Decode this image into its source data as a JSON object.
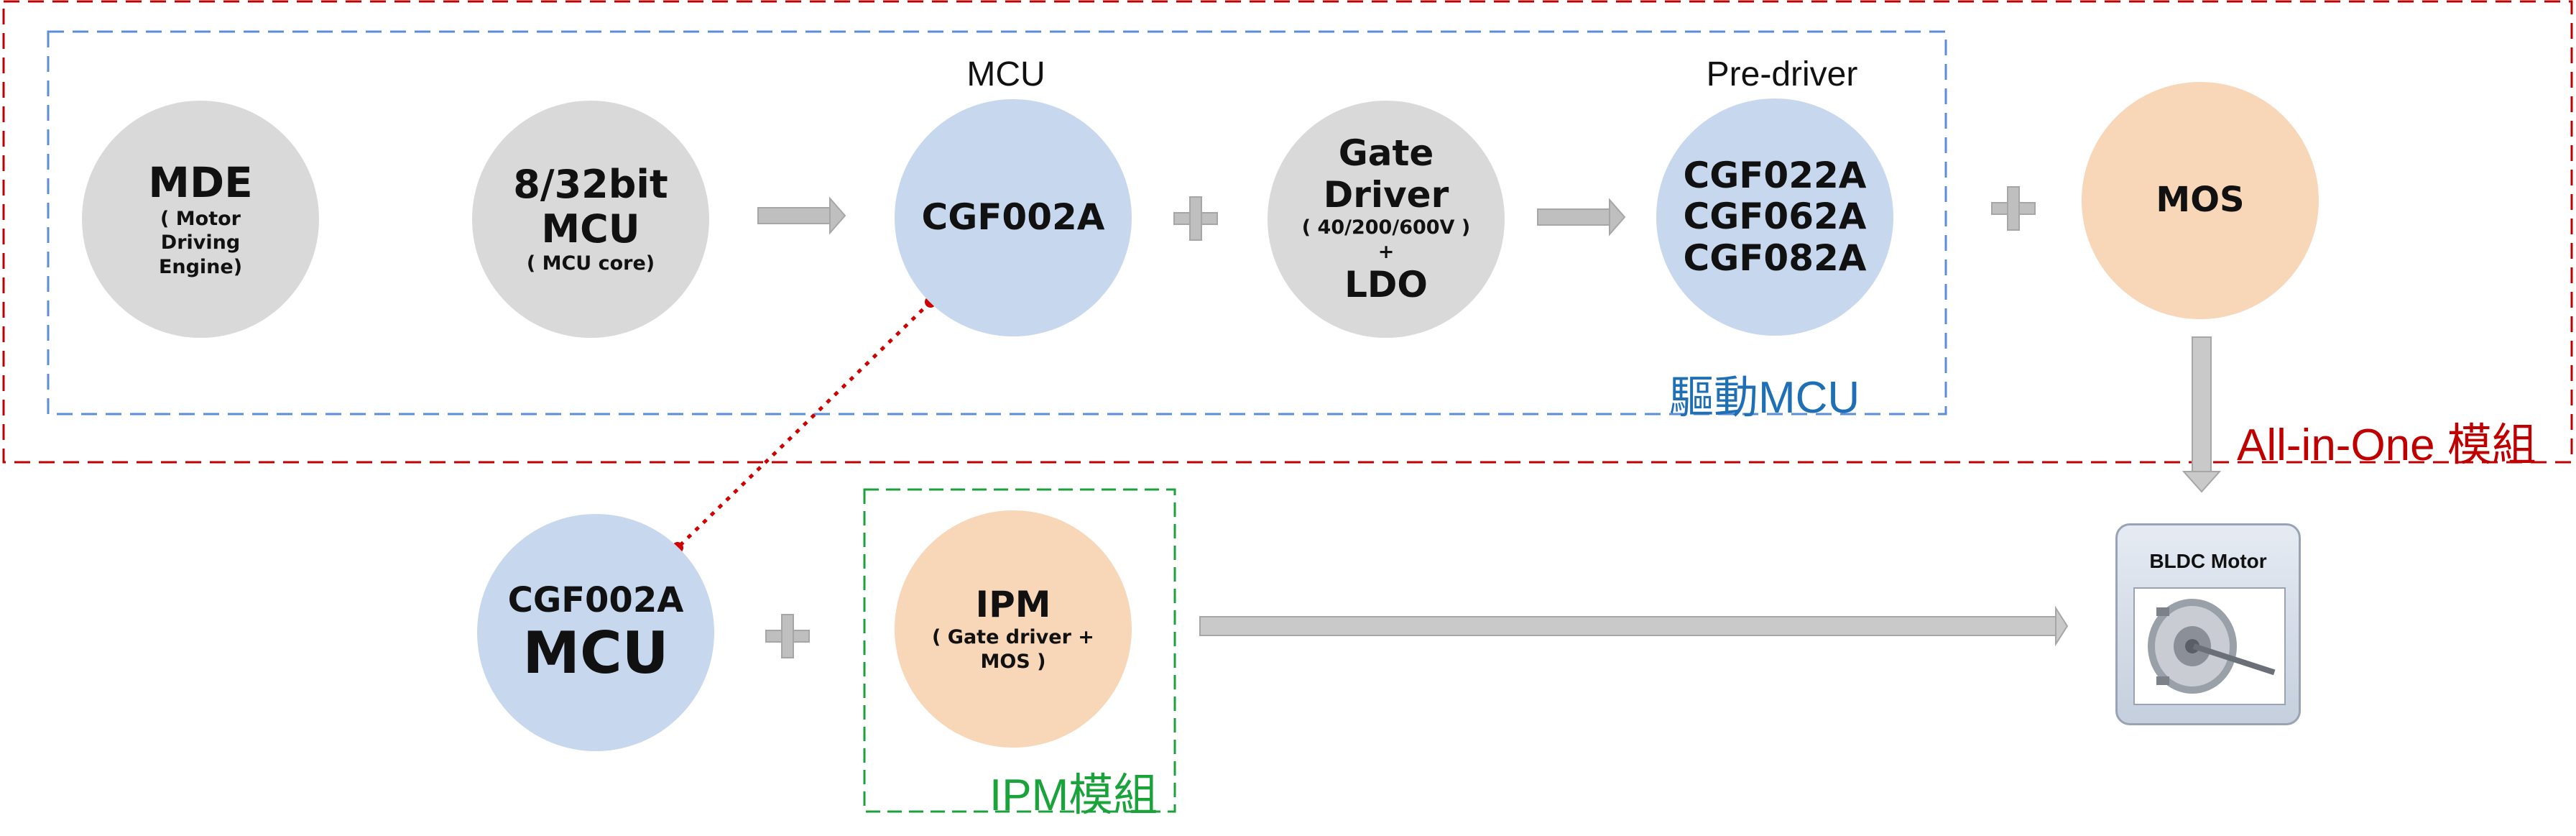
{
  "circles": {
    "mde": {
      "title": "MDE",
      "sub": "( Motor Driving Engine)"
    },
    "mcu_core": {
      "title": "8/32bit MCU",
      "sub": "( MCU core)"
    },
    "cgf002a": {
      "title": "CGF002A",
      "above": "MCU"
    },
    "gate_driver": {
      "title": "Gate Driver",
      "sub": "( 40/200/600V )",
      "plus": "+",
      "tail": "LDO"
    },
    "predriver": {
      "lines": [
        "CGF022A",
        "CGF062A",
        "CGF082A"
      ],
      "above": "Pre-driver"
    },
    "mos": {
      "title": "MOS"
    },
    "cgf002a_mcu": {
      "title": "CGF002A",
      "sub": "MCU"
    },
    "ipm": {
      "title": "IPM",
      "sub": "( Gate driver + MOS )"
    }
  },
  "frames": {
    "all_in_one": {
      "label": "All-in-One 模組",
      "color": "#c00000"
    },
    "driver_mcu": {
      "label": "驅動MCU",
      "color": "#1f6fb5"
    },
    "ipm_module": {
      "label": "IPM模組",
      "color": "#1aa33a"
    }
  },
  "motor": {
    "title": "BLDC Motor"
  },
  "colors": {
    "gray_node": "#d9d9d9",
    "blue_node": "#c6d7ee",
    "orange_node": "#f8d6b8",
    "link_dotted": "#d00000",
    "arrow": "#bfbfbf"
  }
}
